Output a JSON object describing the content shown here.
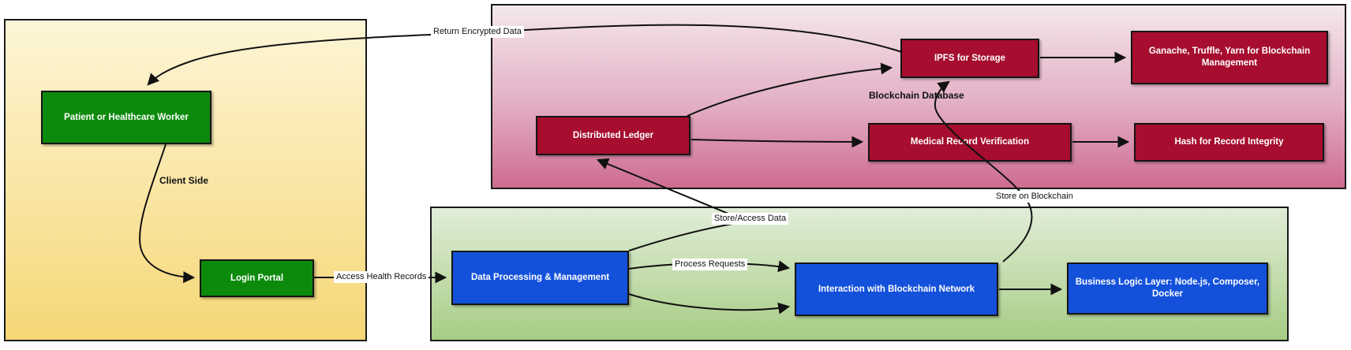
{
  "diagram": {
    "type": "flowchart",
    "clusters": {
      "client_side": {
        "label": "Client Side"
      },
      "blockchain_database": {
        "label": "Blockchain Database"
      },
      "server_side": {
        "label": ""
      }
    },
    "nodes": {
      "patient": {
        "label": "Patient or Healthcare Worker",
        "cluster": "client_side",
        "color": "#0c8a0c"
      },
      "login": {
        "label": "Login Portal",
        "cluster": "client_side",
        "color": "#0c8a0c"
      },
      "distributed_ledger": {
        "label": "Distributed Ledger",
        "cluster": "blockchain_database",
        "color": "#a60d2e"
      },
      "ipfs": {
        "label": "IPFS for Storage",
        "cluster": "blockchain_database",
        "color": "#a60d2e"
      },
      "ganache": {
        "label": "Ganache, Truffle, Yarn for Blockchain Management",
        "cluster": "blockchain_database",
        "color": "#a60d2e"
      },
      "medical_verification": {
        "label": "Medical Record Verification",
        "cluster": "blockchain_database",
        "color": "#a60d2e"
      },
      "hash_integrity": {
        "label": "Hash for Record Integrity",
        "cluster": "blockchain_database",
        "color": "#a60d2e"
      },
      "data_processing": {
        "label": "Data Processing & Management",
        "cluster": "server_side",
        "color": "#1351db"
      },
      "interaction": {
        "label": "Interaction with Blockchain Network",
        "cluster": "server_side",
        "color": "#1351db"
      },
      "business_logic": {
        "label": "Business Logic Layer: Node.js, Composer, Docker",
        "cluster": "server_side",
        "color": "#1351db"
      }
    },
    "edges": [
      {
        "from": "ipfs",
        "to": "patient",
        "label": "Return Encrypted Data"
      },
      {
        "from": "patient",
        "to": "login",
        "label": ""
      },
      {
        "from": "login",
        "to": "data_processing",
        "label": "Access Health Records"
      },
      {
        "from": "data_processing",
        "to": "interaction",
        "label": "Process Requests"
      },
      {
        "from": "data_processing",
        "to": "interaction",
        "label": ""
      },
      {
        "from": "data_processing",
        "to": "distributed_ledger",
        "label": "Store/Access Data"
      },
      {
        "from": "distributed_ledger",
        "to": "ipfs",
        "label": ""
      },
      {
        "from": "ipfs",
        "to": "ganache",
        "label": ""
      },
      {
        "from": "distributed_ledger",
        "to": "medical_verification",
        "label": ""
      },
      {
        "from": "medical_verification",
        "to": "hash_integrity",
        "label": ""
      },
      {
        "from": "interaction",
        "to": "ipfs",
        "label": "Store on Blockchain"
      },
      {
        "from": "interaction",
        "to": "business_logic",
        "label": ""
      }
    ],
    "colors": {
      "client_panel_top": "#fdf5d6",
      "client_panel_bottom": "#f6d676",
      "blockchain_panel_top": "#f4e7ed",
      "blockchain_panel_bottom": "#ce6c91",
      "server_panel_top": "#e0edd8",
      "server_panel_bottom": "#a6cc84",
      "node_green": "#0c8a0c",
      "node_crimson": "#a60d2e",
      "node_blue": "#1351db",
      "edge_stroke": "#111111",
      "panel_border": "#1a1a1a"
    }
  }
}
